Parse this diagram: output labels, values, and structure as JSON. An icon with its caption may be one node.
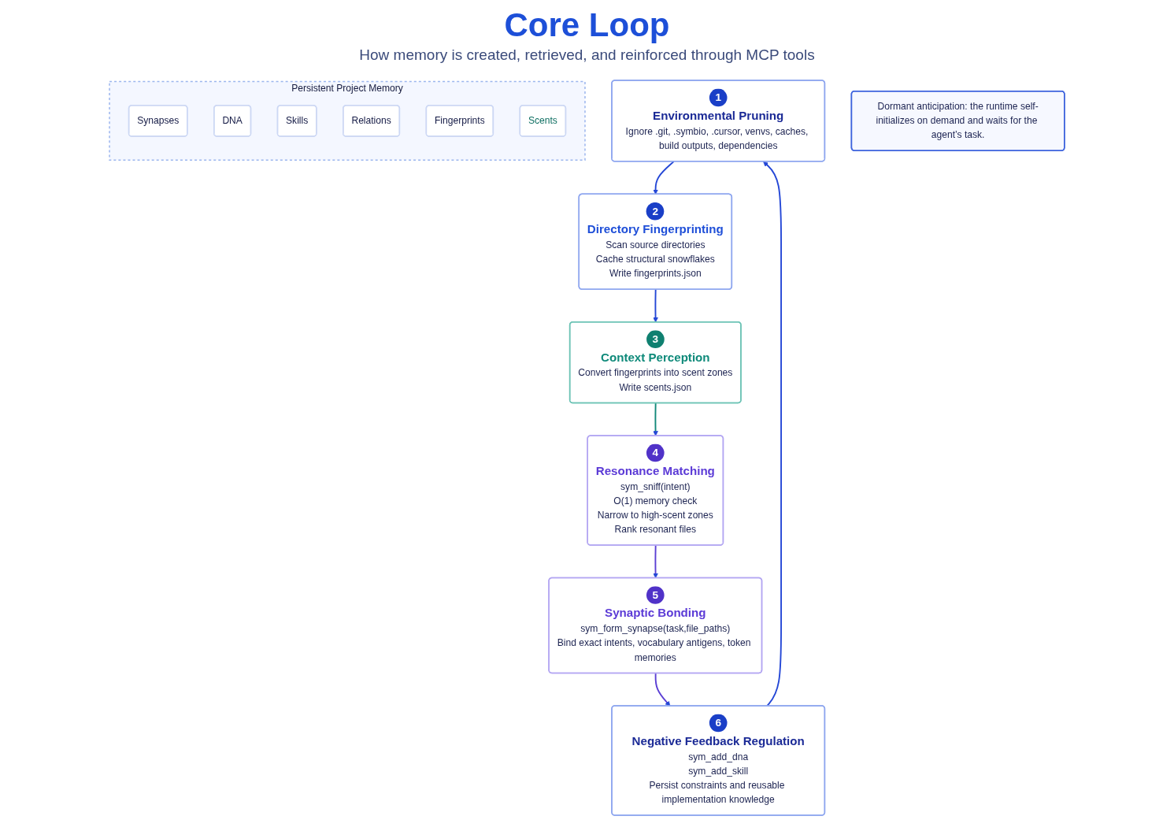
{
  "diagram": {
    "title": "Core Loop",
    "nodes": [
      {
        "text": [
          "1",
          "Environmental Pruning",
          "Ignore .git, .symbio, .cursor, venvs, caches, build outputs, dependencies"
        ]
      },
      {
        "text": [
          "2",
          "Directory Fingerprinting",
          "Scan source directories",
          "Cache structural snowflakes",
          "Write fingerprints.json"
        ]
      },
      {
        "text": [
          "3",
          "Context Perception",
          "Convert fingerprints into scent zones",
          "Write scents.json"
        ]
      },
      {
        "text": [
          "4",
          "Resonance Matching",
          "sym_sniff(intent)",
          "O(1) memory check",
          "Narrow to high-scent zones",
          "Rank resonant files"
        ]
      },
      {
        "text": [
          "5",
          "Synaptic Bonding",
          "sym_form_synapse(task,file_paths)",
          "Bind exact intents, vocabulary antigens, token memories"
        ]
      },
      {
        "text": [
          "6",
          "Negative Feedback Regulation",
          "sym_add_dna",
          "sym_add_skill",
          "Persist constraints and reusable implementation knowledge"
        ]
      },
      {
        "text": [
          "Persistent Project Memory"
        ]
      },
      {
        "text": [
          "Synapses"
        ],
        "in": 6
      },
      {
        "text": [
          "DNA"
        ],
        "in": 6
      },
      {
        "text": [
          "Skills"
        ],
        "in": 6
      },
      {
        "text": [
          "Relations"
        ],
        "in": 6
      },
      {
        "text": [
          "Fingerprints"
        ],
        "in": 6
      },
      {
        "text": [
          "Scents"
        ],
        "in": 6
      },
      {
        "text": [
          "Dormant anticipation: the runtime self-initializes on demand and waits for the agent’s task."
        ]
      }
    ],
    "edges": [
      {
        "from": 0,
        "to": 1,
        "arrow": "to"
      },
      {
        "from": 1,
        "to": 2,
        "arrow": "to"
      },
      {
        "from": 2,
        "to": 3,
        "arrow": "to",
        "color": "#13897a"
      },
      {
        "from": 3,
        "to": 4,
        "arrow": "to",
        "color": "#5b3fd4"
      },
      {
        "from": 4,
        "to": 5,
        "arrow": "to",
        "color": "#5b3fd4"
      },
      {
        "from": 5,
        "to": 0,
        "arrow": "to"
      }
    ],
    "labels": [
      "How memory is created, retrieved, and reinforced through MCP tools"
    ]
  }
}
